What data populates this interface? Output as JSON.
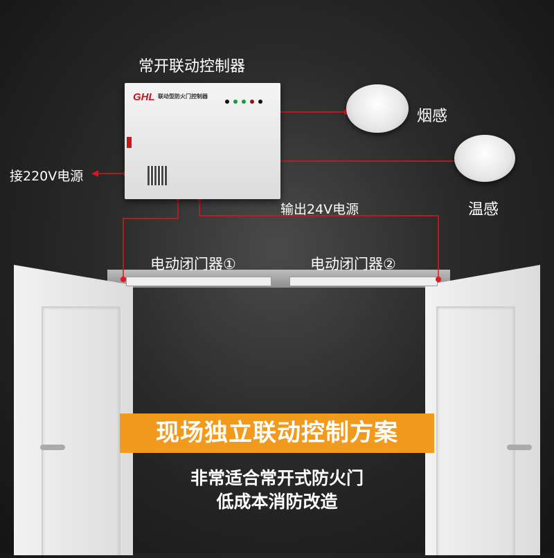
{
  "controller": {
    "title": "常开联动控制器",
    "logo": "GHL",
    "model_name": "联动型防火门控制器"
  },
  "labels": {
    "smoke": "烟感",
    "heat": "温感",
    "power_in": "接220V电源",
    "power_out": "输出24V电源",
    "closer1": "电动闭门器①",
    "closer2": "电动闭门器②"
  },
  "banner": {
    "title": "现场独立联动控制方案",
    "line1": "非常适合常开式防火门",
    "line2": "低成本消防改造"
  },
  "colors": {
    "accent": "#f29a1d",
    "wire": "#d7191f"
  }
}
